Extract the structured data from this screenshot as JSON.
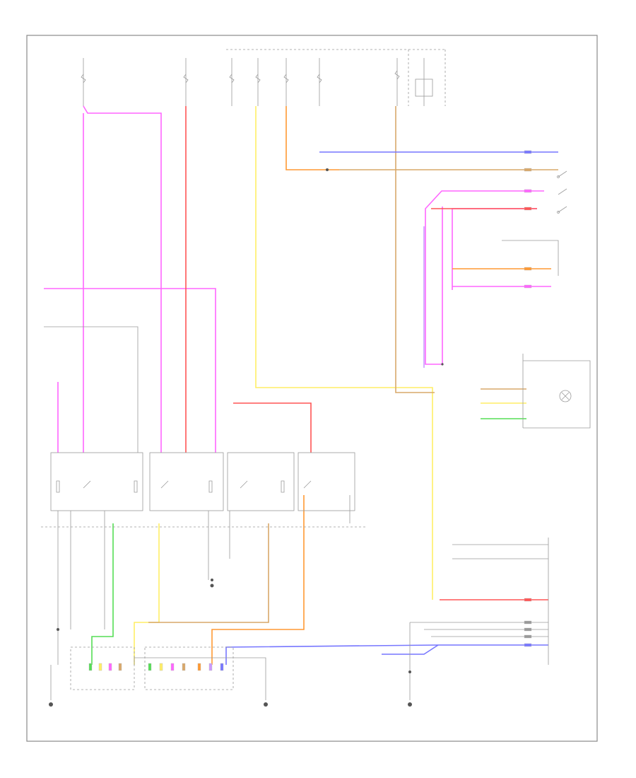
{
  "colors": {
    "pink": "#ff66ff",
    "red": "#ff5555",
    "yellow": "#ffee66",
    "orange": "#ff9933",
    "tan": "#d9a86a",
    "blue": "#7777ff",
    "green": "#55dd55",
    "violet": "#cc99ff",
    "gray": "#9a9a9a"
  },
  "icons": {
    "ground": "ground-symbol",
    "splice": "splice-dot",
    "switch": "relay-switch-contact",
    "lamp": "lamp-circle"
  }
}
